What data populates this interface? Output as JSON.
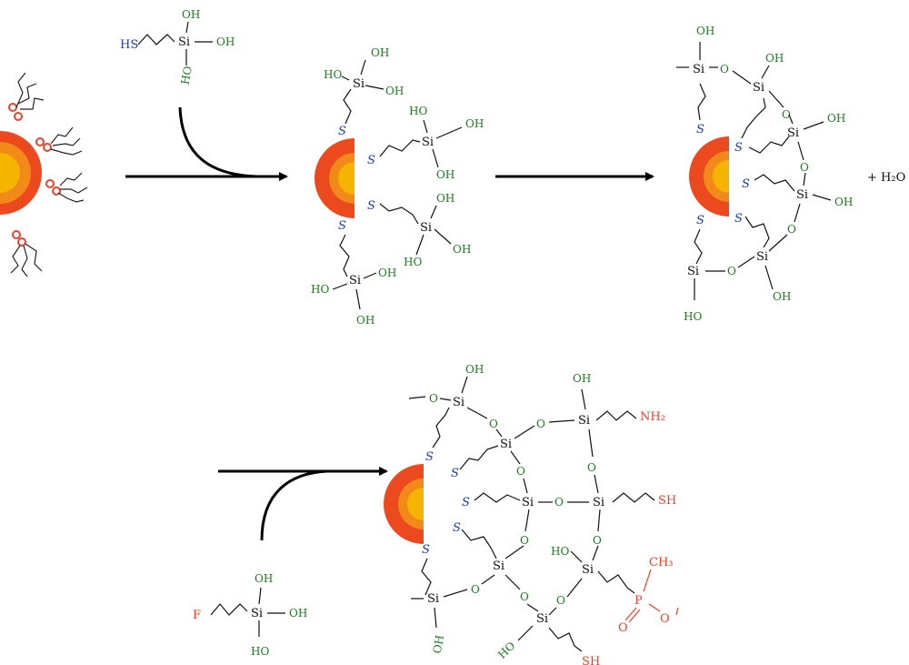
{
  "labels": {
    "si": "Si",
    "oh": "OH",
    "ho": "HO",
    "o": "O",
    "s": "S",
    "hs": "HS",
    "sh": "SH",
    "nh2": "NH₂",
    "f": "F",
    "p": "P",
    "ch3": "CH₃",
    "water": "+ H₂O"
  },
  "colors": {
    "core_inner": "#f5b400",
    "core_mid": "#f28a1a",
    "shell": "#ec4a1e",
    "oh_green": "#1e7a1e",
    "s_blue": "#1f3fa8",
    "red": "#e8432a"
  }
}
